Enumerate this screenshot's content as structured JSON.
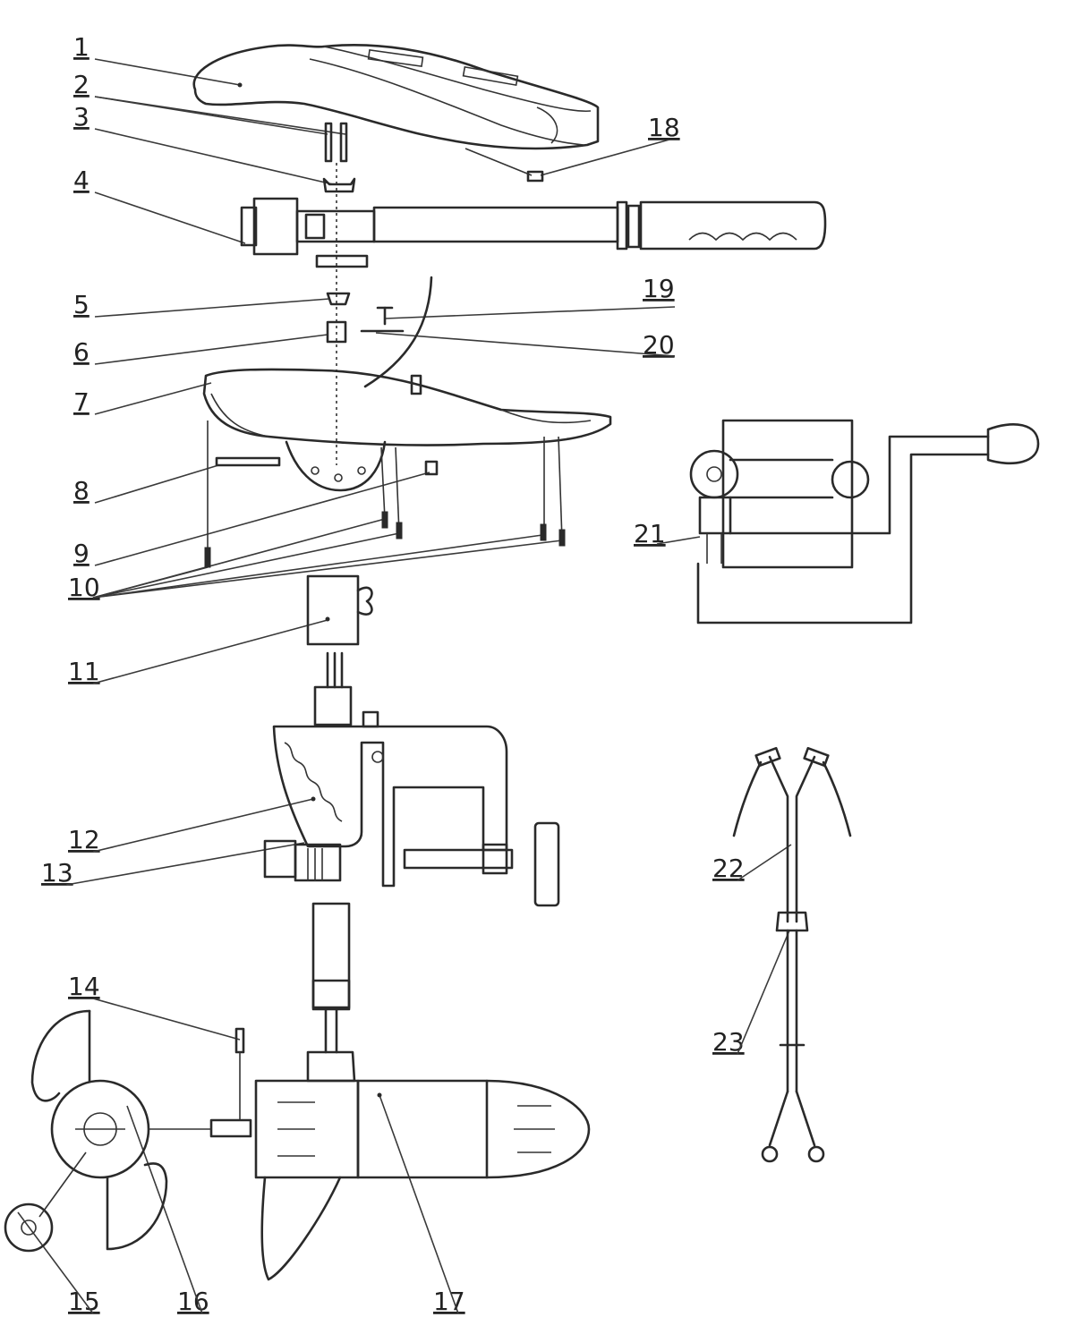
{
  "diagram": {
    "callouts": [
      "1",
      "2",
      "3",
      "4",
      "5",
      "6",
      "7",
      "8",
      "9",
      "10",
      "11",
      "12",
      "13",
      "14",
      "15",
      "16",
      "17",
      "18",
      "19",
      "20",
      "21",
      "22",
      "23"
    ],
    "colors": {
      "line": "#2a2a2a",
      "background": "#ffffff"
    }
  }
}
